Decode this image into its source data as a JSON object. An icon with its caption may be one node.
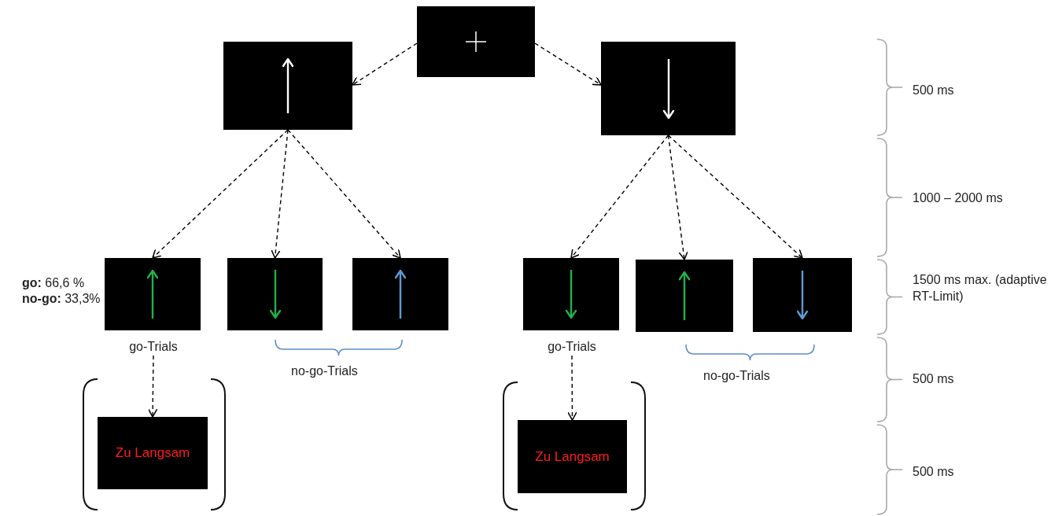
{
  "diagram": {
    "nodes": [
      {
        "text": [],
        "shape": "box"
      },
      {
        "text": [],
        "shape": "box"
      },
      {
        "text": [],
        "shape": "box"
      },
      {
        "text": [],
        "shape": "box"
      },
      {
        "text": [],
        "shape": "box"
      },
      {
        "text": [],
        "shape": "box"
      },
      {
        "text": [],
        "shape": "box"
      },
      {
        "text": [],
        "shape": "box"
      },
      {
        "text": [],
        "shape": "box"
      },
      {
        "text": [
          "go-Trials"
        ]
      },
      {
        "text": [
          "go-Trials"
        ]
      },
      {
        "text": [
          "Zu Langsam"
        ]
      },
      {
        "text": [
          "Zu Langsam"
        ]
      }
    ],
    "edges": [
      {
        "from": 0,
        "to": 1,
        "arrow": "to",
        "style": "dashed"
      },
      {
        "from": 0,
        "to": 2,
        "arrow": "to",
        "style": "dashed"
      },
      {
        "from": 1,
        "to": 3,
        "arrow": "to",
        "style": "dashed"
      },
      {
        "from": 1,
        "to": 4,
        "arrow": "to",
        "style": "dashed"
      },
      {
        "from": 1,
        "to": 5,
        "arrow": "to",
        "style": "dashed"
      },
      {
        "from": 2,
        "to": 6,
        "arrow": "to",
        "style": "dashed"
      },
      {
        "from": 2,
        "to": 7,
        "arrow": "to",
        "style": "dashed"
      },
      {
        "from": 2,
        "to": 8,
        "arrow": "to",
        "style": "dashed"
      },
      {
        "from": 9,
        "to": 11,
        "arrow": "to",
        "style": "dashed"
      },
      {
        "from": 10,
        "to": 12,
        "arrow": "to",
        "style": "dashed"
      }
    ],
    "labels": [
      "500 ms",
      "1000 – 2000 ms",
      "**go:** 66,6 %",
      "1500 ms max. (adaptive RT-Limit)",
      "**no-go:** 33,3%",
      "no-go-Trials",
      "no-go-Trials",
      "500 ms",
      "500 ms"
    ]
  }
}
